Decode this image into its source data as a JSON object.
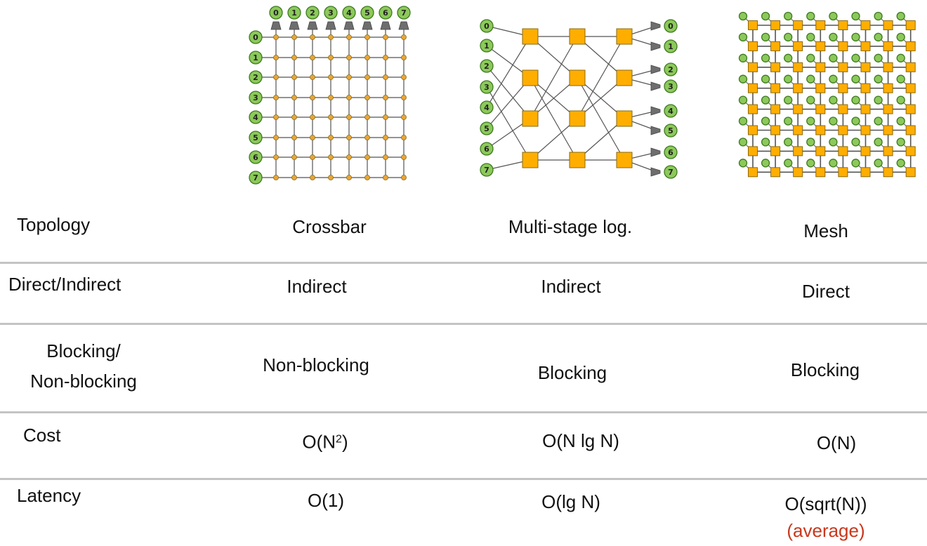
{
  "diagrams": {
    "crossbar": {
      "labels": [
        "0",
        "1",
        "2",
        "3",
        "4",
        "5",
        "6",
        "7"
      ]
    },
    "multistage": {
      "labels": [
        "0",
        "1",
        "2",
        "3",
        "4",
        "5",
        "6",
        "7"
      ]
    },
    "mesh": {
      "size": 8
    }
  },
  "colors": {
    "node_green": "#8cc95a",
    "switch_orange": "#ffae00",
    "junction": "#e6a63a",
    "output_gray": "#6e6e6e",
    "note_red": "#c8381c",
    "rule": "#c4c4c4"
  },
  "table": {
    "topology": {
      "header": "Topology",
      "crossbar": "Crossbar",
      "multistage": "Multi-stage log.",
      "mesh": "Mesh"
    },
    "direct": {
      "header": "Direct/Indirect",
      "crossbar": "Indirect",
      "multistage": "Indirect",
      "mesh": "Direct"
    },
    "blocking": {
      "header_line1": "Blocking/",
      "header_line2": "Non-blocking",
      "crossbar": "Non-blocking",
      "multistage": "Blocking",
      "mesh": "Blocking"
    },
    "cost": {
      "header": "Cost",
      "crossbar_base": "O(N",
      "crossbar_sup": "2",
      "crossbar_end": ")",
      "multistage": "O(N lg N)",
      "mesh": "O(N)"
    },
    "latency": {
      "header": "Latency",
      "crossbar": "O(1)",
      "multistage": "O(lg N)",
      "mesh": "O(sqrt(N))",
      "mesh_note": "(average)"
    }
  }
}
